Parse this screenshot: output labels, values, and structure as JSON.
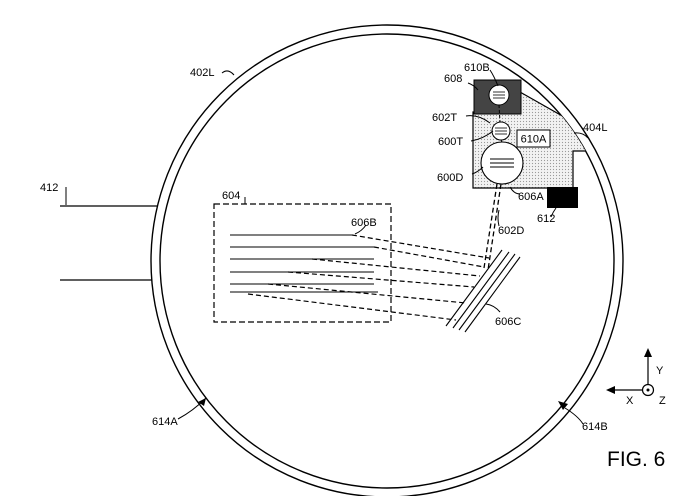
{
  "figure_label": "FIG. 6",
  "labels": {
    "l402L": "402L",
    "l404L": "404L",
    "l412": "412",
    "l604": "604",
    "l606B": "606B",
    "l606C": "606C",
    "l606A": "606A",
    "l602D": "602D",
    "l612": "612",
    "l608": "608",
    "l610B": "610B",
    "l610A": "610A",
    "l602T": "602T",
    "l600T": "600T",
    "l600D": "600D",
    "l614A": "614A",
    "l614B": "614B"
  },
  "axes": {
    "y": "Y",
    "x": "X",
    "z": "Z"
  },
  "colors": {
    "stroke": "#000000",
    "dark_fill": "#444444",
    "black_box": "#000000",
    "dotted_fill": "#e4e4e4"
  }
}
